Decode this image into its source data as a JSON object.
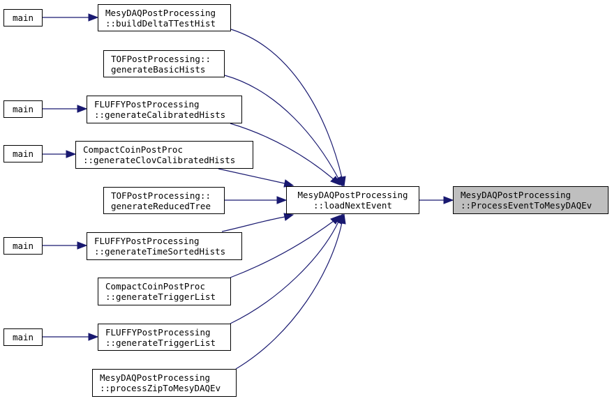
{
  "colors": {
    "edge": "#191970",
    "selected_fill": "#bfbfbf",
    "border": "#000000"
  },
  "nodes": {
    "main1": {
      "line1": "main"
    },
    "main2": {
      "line1": "main"
    },
    "main3": {
      "line1": "main"
    },
    "main4": {
      "line1": "main"
    },
    "main5": {
      "line1": "main"
    },
    "buildDeltaT": {
      "line1": "MesyDAQPostProcessing",
      "line2": "::buildDeltaTTestHist"
    },
    "tofBasic": {
      "line1": "TOFPostProcessing::",
      "line2": "generateBasicHists"
    },
    "fluffyCalib": {
      "line1": "FLUFFYPostProcessing",
      "line2": "::generateCalibratedHists"
    },
    "compactClov": {
      "line1": "CompactCoinPostProc",
      "line2": "::generateClovCalibratedHists"
    },
    "tofReduced": {
      "line1": "TOFPostProcessing::",
      "line2": "generateReducedTree"
    },
    "fluffyTimeSorted": {
      "line1": "FLUFFYPostProcessing",
      "line2": "::generateTimeSortedHists"
    },
    "compactTrigger": {
      "line1": "CompactCoinPostProc",
      "line2": "::generateTriggerList"
    },
    "fluffyTrigger": {
      "line1": "FLUFFYPostProcessing",
      "line2": "::generateTriggerList"
    },
    "processZip": {
      "line1": "MesyDAQPostProcessing",
      "line2": "::processZipToMesyDAQEv"
    },
    "loadNext": {
      "line1": "MesyDAQPostProcessing",
      "line2": "::loadNextEvent"
    },
    "processEvent": {
      "line1": "MesyDAQPostProcessing",
      "line2": "::ProcessEventToMesyDAQEv"
    }
  }
}
